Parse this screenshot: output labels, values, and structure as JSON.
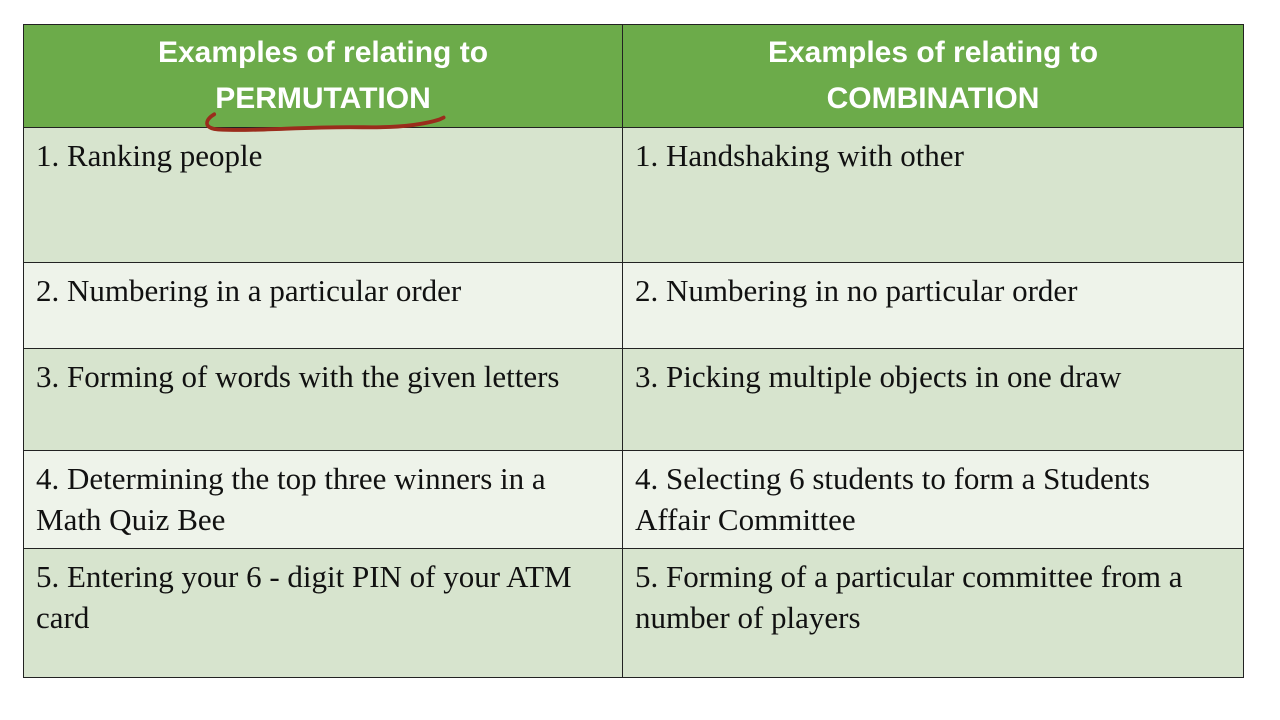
{
  "slide": {
    "background": "#ffffff"
  },
  "table": {
    "colors": {
      "header_bg": "#6cab4a",
      "header_text": "#ffffff",
      "row_band_dark": "#d7e4ce",
      "row_band_light": "#eef3ea",
      "border": "#222222",
      "body_text": "#111111",
      "underline_stroke": "#9a2c1c"
    },
    "headers": {
      "permutation": {
        "line1": "Examples of relating to",
        "line2": "PERMUTATION",
        "annotation": "red-freehand-underline"
      },
      "combination": {
        "line1": "Examples of relating to",
        "line2": "COMBINATION"
      }
    },
    "rows": [
      {
        "left": "1. Ranking people",
        "right": "1. Handshaking with other"
      },
      {
        "left": "2. Numbering in a particular order",
        "right": "2. Numbering in no particular order"
      },
      {
        "left": "3. Forming of words with the given letters",
        "right": "3. Picking multiple objects in one draw"
      },
      {
        "left": "4. Determining the top three winners in a Math Quiz Bee",
        "right": "4. Selecting 6 students to form a Students Affair Committee"
      },
      {
        "left": "5. Entering your 6 - digit PIN of your ATM card",
        "right": "5. Forming of a particular committee from a number of players"
      }
    ]
  }
}
